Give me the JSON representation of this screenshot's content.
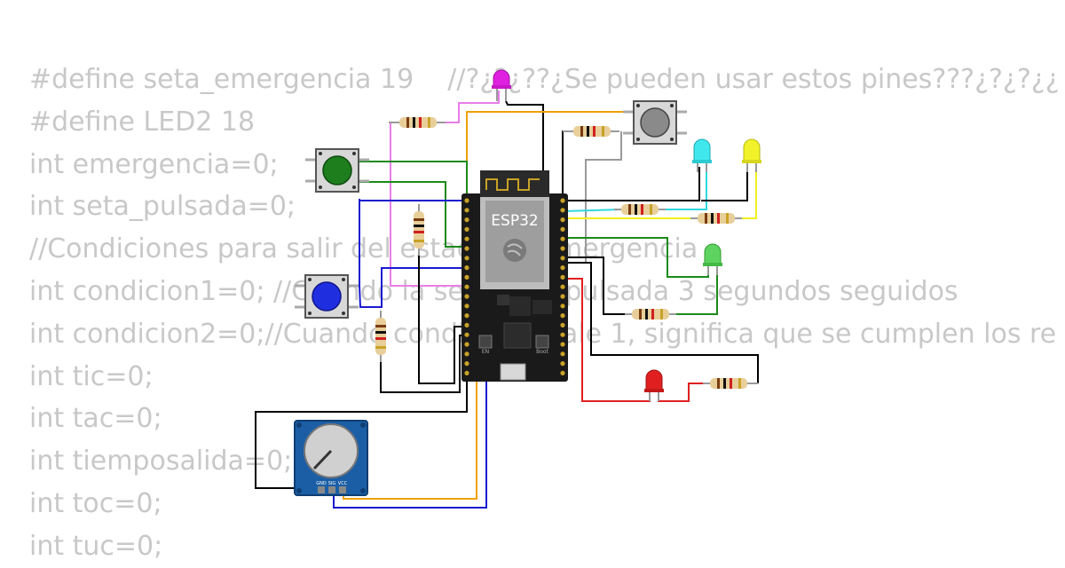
{
  "code_lines": [
    "#define seta_emergencia 19    //?¿?¿??¿Se pueden usar estos pines???¿?¿?¿¿",
    "#define LED2 18",
    "int emergencia=0;",
    "int seta_pulsada=0;",
    "//Condiciones para salir del estado de emergencia",
    "int condicion1=0; //Cuando la seta está pulsada 3 segundos seguidos",
    "int condicion2=0;//Cuando condicion1 vale 1, significa que se cumplen los re",
    "int tic=0;",
    "int tac=0;",
    "int tiemposalida=0;",
    "int toc=0;",
    "int tuc=0;"
  ],
  "board": {
    "label": "ESP32",
    "boot_label": "Boot",
    "en_label": "EN"
  },
  "pot": {
    "pin_labels": [
      "GND",
      "SIG",
      "VCC"
    ]
  },
  "leds": [
    {
      "id": "led-magenta",
      "color": "#e020e0"
    },
    {
      "id": "led-cyan",
      "color": "#40e8ee"
    },
    {
      "id": "led-yellow",
      "color": "#f2f22a"
    },
    {
      "id": "led-green",
      "color": "#5fd35f"
    },
    {
      "id": "led-red",
      "color": "#e02020"
    }
  ],
  "buttons": [
    {
      "id": "button-green",
      "cap_color": "#1e7e1e"
    },
    {
      "id": "button-blue",
      "cap_color": "#1f2fe0"
    },
    {
      "id": "button-gray",
      "cap_color": "#8a8a8a"
    }
  ],
  "wire_colors": {
    "black": "#000000",
    "green": "#1a8a1a",
    "blue": "#1a1ad0",
    "orange": "#f0a000",
    "pink": "#e87de8",
    "gray": "#9a9a9a",
    "cyan": "#30d8e0",
    "yellow": "#f0f020",
    "red": "#e02020"
  }
}
